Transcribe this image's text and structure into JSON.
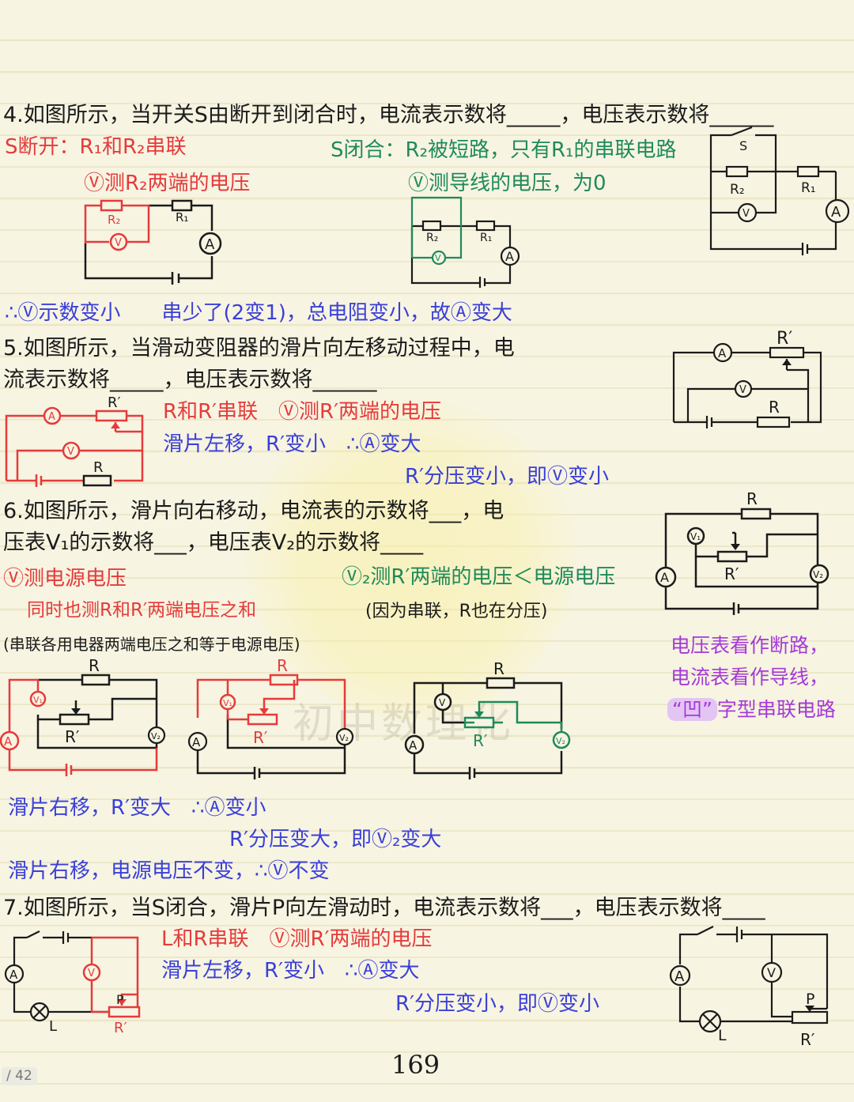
{
  "q4": {
    "question": "4.如图所示，当开关S由断开到闭合时，电流表示数将_____，电压表示数将______",
    "s_open": "S断开：R₁和R₂串联",
    "s_closed": "S闭合：R₂被短路，只有R₁的串联电路",
    "v_r2": "Ⓥ测R₂两端的电压",
    "v_wire": "Ⓥ测导线的电压，为0",
    "conclusion": "∴Ⓥ示数变小　　串少了(2变1)，总电阻变小，故Ⓐ变大"
  },
  "q5": {
    "question_l1": "5.如图所示，当滑动变阻器的滑片向左移动过程中，电",
    "question_l2": "流表示数将_____，电压表示数将______",
    "series": "R和R′串联　Ⓥ测R′两端的电压",
    "left": "滑片左移，R′变小　∴Ⓐ变大",
    "divide": "R′分压变小，即Ⓥ变小"
  },
  "q6": {
    "question_l1": "6.如图所示，滑片向右移动，电流表的示数将___，电",
    "question_l2": "压表V₁的示数将___，电压表V₂的示数将____",
    "v1_src": "Ⓥ测电源电压",
    "v2_r": "Ⓥ₂测R′两端的电压＜电源电压",
    "also": "同时也测R和R′两端电压之和",
    "because": "(因为串联，R也在分压)",
    "rule": "(串联各用电器两端电压之和等于电源电压)",
    "note1": "电压表看作断路，",
    "note2": "电流表看作导线，",
    "note3_hl": "“凹”",
    "note3": "字型串联电路",
    "right1": "滑片右移，R′变大　∴Ⓐ变小",
    "right2": "R′分压变大，即Ⓥ₂变大",
    "right3": "滑片右移，电源电压不变，∴Ⓥ不变"
  },
  "q7": {
    "question": "7.如图所示，当S闭合，滑片P向左滑动时，电流表示数将___，电压表示数将____",
    "series": "L和R串联　Ⓥ测R′两端的电压",
    "left": "滑片左移，R′变小　∴Ⓐ变大",
    "divide": "R′分压变小，即Ⓥ变小"
  },
  "labels": {
    "A": "A",
    "V": "V",
    "V1": "V₁",
    "V2": "V₂",
    "R": "R",
    "Rp": "R′",
    "R1": "R₁",
    "R2": "R₂",
    "S": "S",
    "L": "L",
    "P": "P"
  },
  "page": {
    "number": "169",
    "indicator": "/ 42"
  },
  "watermark": "初中数理化",
  "colors": {
    "red": "#e53b3b",
    "green": "#1f8a5a",
    "blue": "#3a3fd8",
    "purple": "#a53ad8",
    "ink": "#1b1b1b"
  }
}
